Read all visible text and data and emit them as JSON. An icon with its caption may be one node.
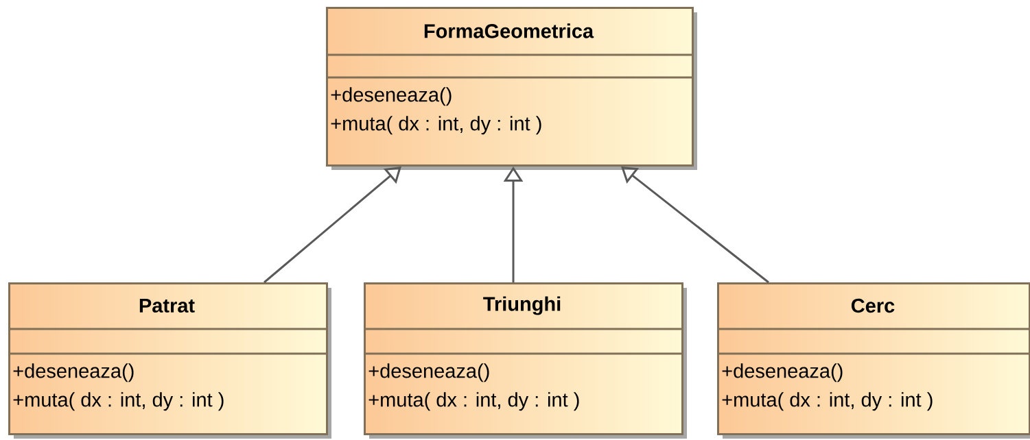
{
  "diagram": {
    "nodes": [
      {
        "text": [
          "FormaGeometrica",
          "+deseneaza()",
          "+muta( dx : int, dy : int )"
        ]
      },
      {
        "text": [
          "Patrat",
          "+deseneaza()",
          "+muta( dx : int, dy : int )"
        ]
      },
      {
        "text": [
          "Triunghi",
          "+deseneaza()",
          "+muta( dx : int, dy : int )"
        ]
      },
      {
        "text": [
          "Cerc",
          "+deseneaza()",
          "+muta( dx : int, dy : int )"
        ]
      }
    ],
    "edges": [
      {
        "from": 1,
        "to": 0,
        "arrow": "to"
      },
      {
        "from": 2,
        "to": 0,
        "arrow": "to"
      },
      {
        "from": 3,
        "to": 0,
        "arrow": "to"
      }
    ]
  }
}
